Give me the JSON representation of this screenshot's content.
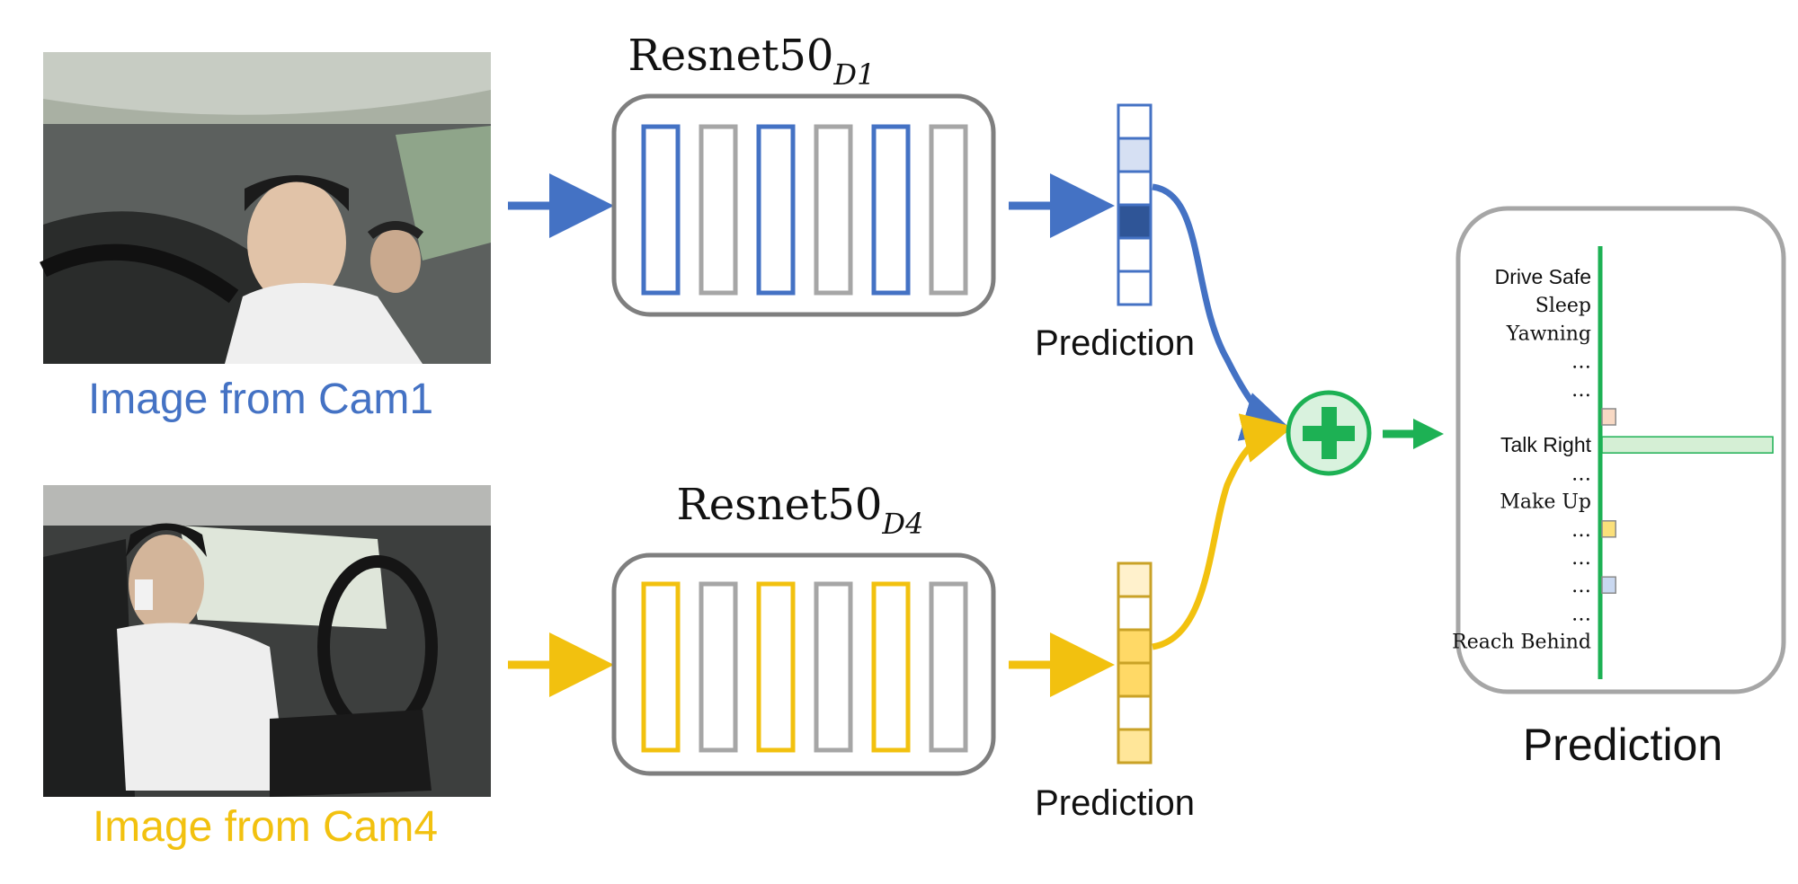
{
  "cam1": {
    "caption": "Image from Cam1",
    "color": "#4472C4",
    "photo_icon": "driver-phone-right-frontal-photo"
  },
  "cam4": {
    "caption": "Image from Cam4",
    "color": "#F2C10F",
    "photo_icon": "driver-phone-right-side-photo"
  },
  "net1": {
    "name": "Resnet50",
    "subscript": "D1"
  },
  "net4": {
    "name": "Resnet50",
    "subscript": "D4"
  },
  "pred1": {
    "label": "Prediction"
  },
  "pred4": {
    "label": "Prediction"
  },
  "fusion": {
    "icon": "plus-icon",
    "color": "#1DB154"
  },
  "output": {
    "label": "Prediction",
    "axis_color": "#1DB154",
    "classes": [
      "Drive Safe",
      "Sleep",
      "Yawning",
      "…",
      "…",
      "",
      "Talk Right",
      "…",
      "Make Up",
      "…",
      "…",
      "…",
      "…",
      "Reach Behind"
    ],
    "bars": [
      {
        "row": 5,
        "value": 0.08,
        "color": "#F8D9C4"
      },
      {
        "row": 6,
        "value": 1.0,
        "color": "#D5EFD5"
      },
      {
        "row": 9,
        "value": 0.08,
        "color": "#FBE07A"
      },
      {
        "row": 11,
        "value": 0.08,
        "color": "#C9D8F0"
      }
    ]
  }
}
